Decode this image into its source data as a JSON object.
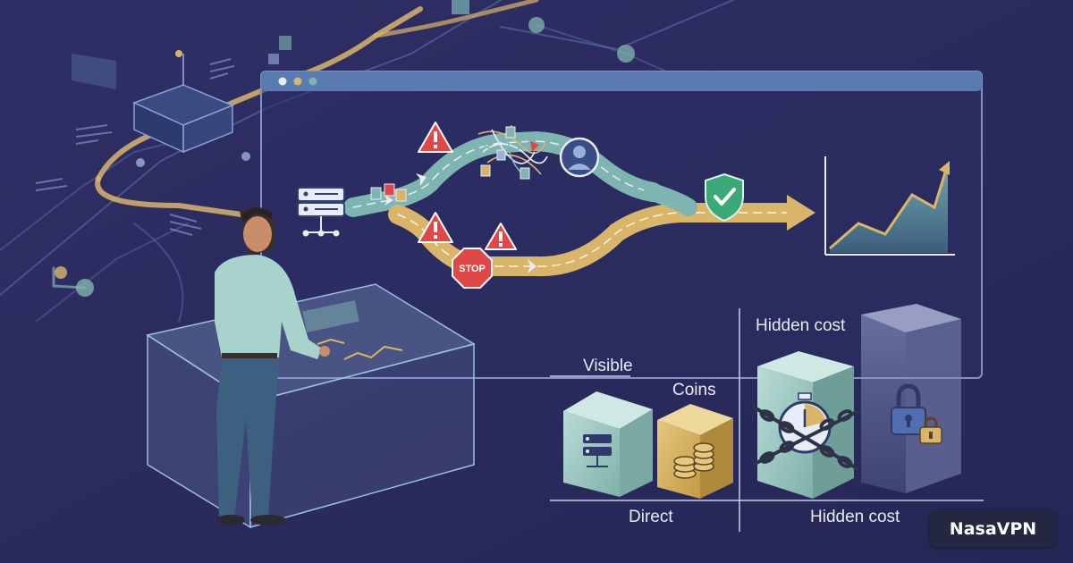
{
  "labels": {
    "stop_sign": "STOP",
    "visible": "Visible",
    "coins": "Coins",
    "direct": "Direct",
    "hidden_cost_top": "Hidden cost",
    "hidden_cost_bottom": "Hidden cost"
  },
  "brand": {
    "name": "NasaVPN"
  },
  "colors": {
    "background": "#2a2a5e",
    "path_gold": "#d9b56a",
    "path_teal": "#7fb5b0",
    "warning_red": "#e04848",
    "shield_green": "#3aa878",
    "block_teal": "#a9d0cc",
    "block_gold": "#d7b463"
  },
  "icons": [
    "server-icon",
    "warning-icon",
    "stop-sign-icon",
    "user-avatar-icon",
    "shield-check-icon",
    "growth-chart-icon",
    "coins-icon",
    "stopwatch-icon",
    "chain-icon",
    "padlock-icon"
  ]
}
